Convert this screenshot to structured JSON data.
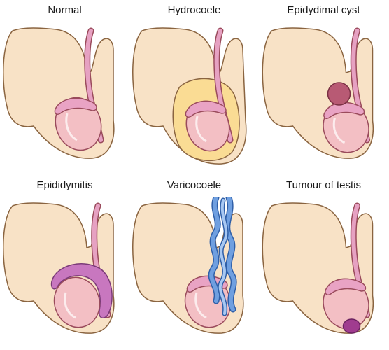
{
  "panels": [
    {
      "id": "normal",
      "label": "Normal"
    },
    {
      "id": "hydrocoele",
      "label": "Hydrocoele"
    },
    {
      "id": "epididymal-cyst",
      "label": "Epidydimal cyst"
    },
    {
      "id": "epididymitis",
      "label": "Epididymitis"
    },
    {
      "id": "varicocoele",
      "label": "Varicocoele"
    },
    {
      "id": "tumour",
      "label": "Tumour of testis"
    }
  ],
  "colors": {
    "skin": "#f8e2c6",
    "skin_outline": "#8a6440",
    "testis": "#f3bfc4",
    "testis_outline": "#9a4b5c",
    "epididymis": "#e9a3c4",
    "cord": "#e6a1c2",
    "fluid": "#fadc94",
    "cyst": "#b85a74",
    "inflamed": "#c877bf",
    "vein": "#5f90d6",
    "tumour": "#a03c8f"
  }
}
